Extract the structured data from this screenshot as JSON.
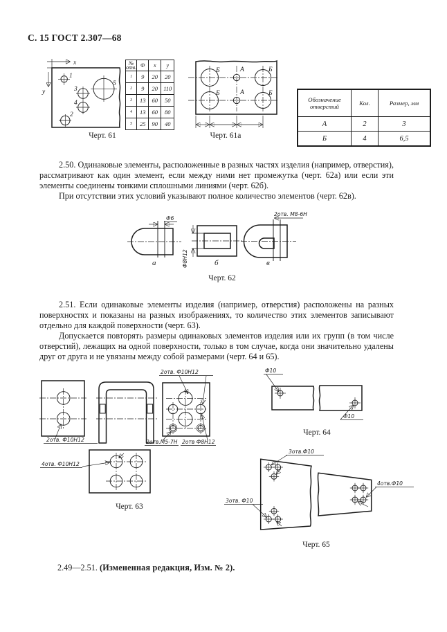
{
  "page": {
    "header": "С. 15 ГОСТ 2.307—68",
    "footer_prefix": "2.49—2.51. ",
    "footer_emphasis": "(Измененная редакция, Изм. № 2)."
  },
  "paragraphs": {
    "p250_1": "2.50. Одинаковые элементы, расположенные в разных частях изделия (например, отверстия), рассматривают как один элемент, если между ними нет промежутка (черт. 62а) или если эти элементы соединены тонкими сплошными линиями (черт. 62б).",
    "p250_2": "При отсутствии этих условий указывают полное количество элементов (черт. 62в).",
    "p251_1": "2.51. Если одинаковые элементы изделия (например, отверстия) расположены на разных поверхностях и показаны на разных изображениях, то количество этих элементов записывают отдельно для каждой поверхности (черт. 63).",
    "p251_2": "Допускается повторять размеры одинаковых элементов изделия или их групп (в том числе отверстий), лежащих на одной поверхности, только в том случае, когда они значительно удалены друг от друга и не увязаны между собой размерами (черт. 64 и 65)."
  },
  "fig61": {
    "caption": "Черт. 61",
    "axis_x": "x",
    "axis_y": "y",
    "hole_labels": [
      "1",
      "2",
      "3",
      "4",
      "5"
    ],
    "table": {
      "headers": [
        "№ отв.",
        "Ф",
        "x",
        "y"
      ],
      "rows": [
        [
          "1",
          "9",
          "20",
          "20"
        ],
        [
          "2",
          "9",
          "20",
          "110"
        ],
        [
          "3",
          "13",
          "60",
          "50"
        ],
        [
          "4",
          "13",
          "60",
          "80"
        ],
        [
          "5",
          "25",
          "90",
          "40"
        ]
      ]
    }
  },
  "fig61a": {
    "caption": "Черт. 61а",
    "label_a": "А",
    "label_b": "Б"
  },
  "holes_table": {
    "headers": [
      "Обозначение отверстий",
      "Кол.",
      "Размер, мм"
    ],
    "rows": [
      [
        "А",
        "2",
        "3"
      ],
      [
        "Б",
        "4",
        "6,5"
      ]
    ]
  },
  "fig62": {
    "caption": "Черт. 62",
    "dim_d6": "Ф6",
    "dim_d8": "Ф8Н12",
    "dim_thread": "2отв. М8-6Н",
    "part_a": "а",
    "part_b": "б",
    "part_v": "в"
  },
  "fig63": {
    "caption": "Черт. 63",
    "label_left_plate": "2отв. Ф10Н12",
    "label_right_top": "2отв. Ф10Н12",
    "label_thread": "2отв.М5-7Н",
    "label_d8": "2отв Ф8Н12",
    "label_bottom_plate": "4отв. Ф10Н12"
  },
  "fig64": {
    "caption": "Черт. 64",
    "label_hole_left": "Ф10",
    "label_hole_right": "Ф10"
  },
  "fig65": {
    "caption": "Черт. 65",
    "label_group_top": "3отв.Ф10",
    "label_group_bottom": "3отв. Ф10",
    "label_group_right": "4отв.Ф10"
  },
  "colors": {
    "ink": "#1c1c1c",
    "paper": "#ffffff"
  }
}
